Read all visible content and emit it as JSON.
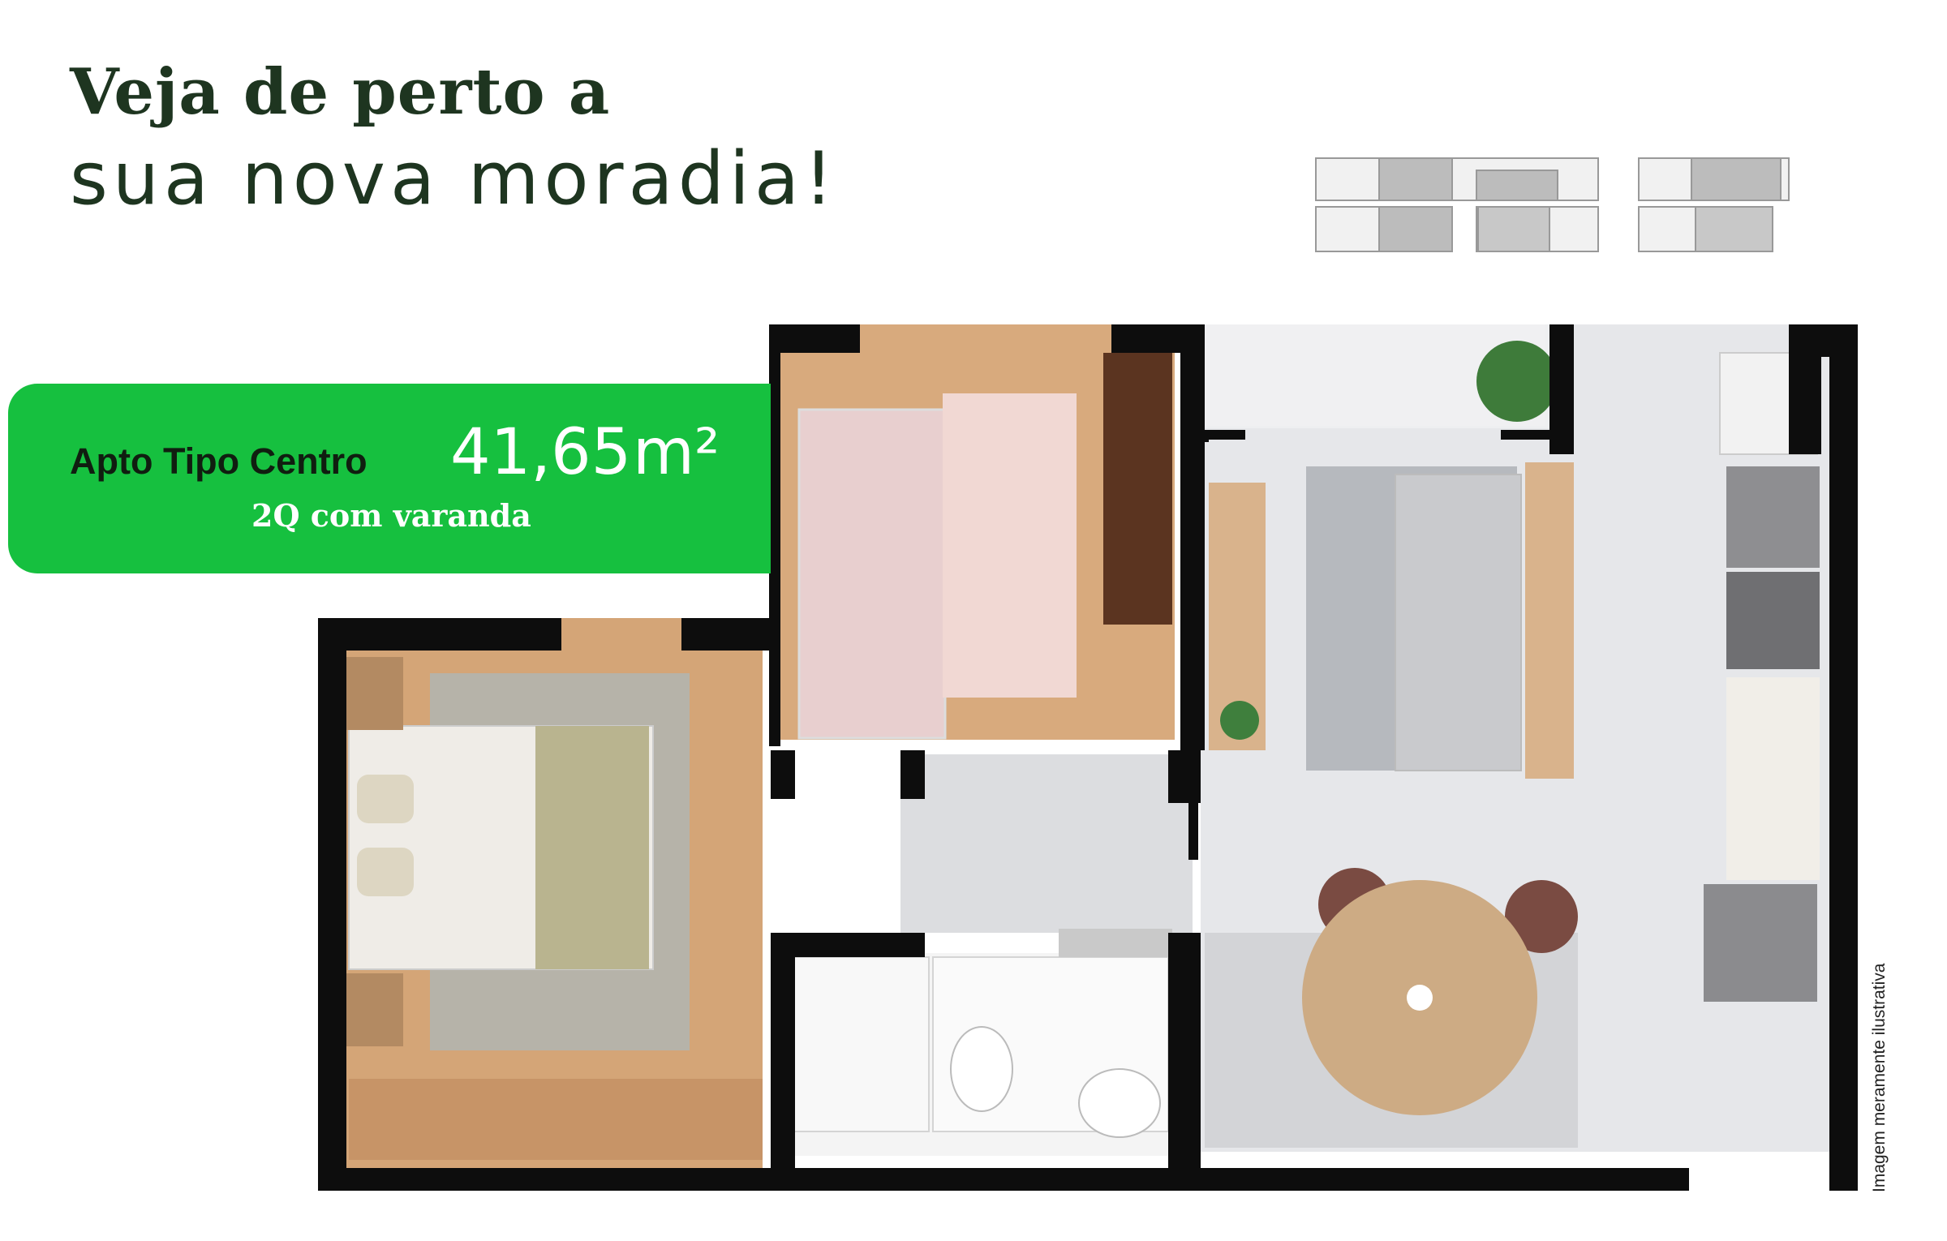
{
  "heading": {
    "line1": "Veja de perto a",
    "line2": "sua nova moradia!"
  },
  "badge": {
    "name": "Apto Tipo Centro",
    "area": "41,65",
    "unit": "m²",
    "subtitle": "2Q com varanda"
  },
  "disclaimer": "Imagem meramente ilustrativa",
  "colors": {
    "brand_green": "#16c03f",
    "heading_green": "#1e3520",
    "wall": "#0d0d0d",
    "wood_floor": "#d2a679",
    "tile_floor": "#e7e8ea"
  }
}
